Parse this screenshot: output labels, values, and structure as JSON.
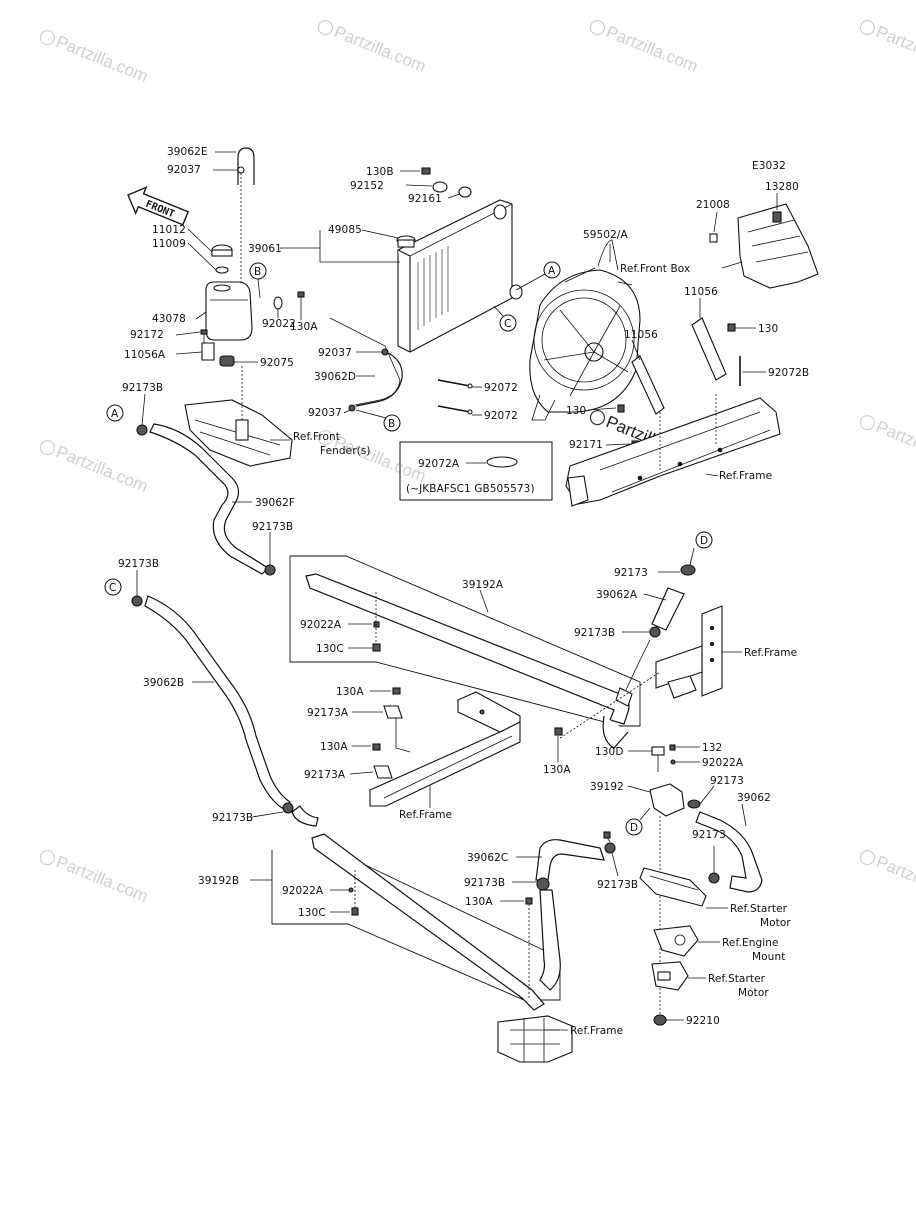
{
  "diagram_code": "E3032",
  "watermark": "Partzilla.com",
  "front_arrow": "FRONT",
  "callouts": [
    "A",
    "B",
    "C",
    "D"
  ],
  "labels": {
    "p39062E": "39062E",
    "p92037_top": "92037",
    "p11012": "11012",
    "p11009": "11009",
    "p43078": "43078",
    "p92172": "92172",
    "p11056A": "11056A",
    "p92022": "92022",
    "p130A_tank": "130A",
    "p92075": "92075",
    "p92173B_a": "92173B",
    "ref_front_fender_1": "Ref.Front",
    "ref_front_fender_2": "Fender(s)",
    "p39062F": "39062F",
    "p92173B_b": "92173B",
    "p39061": "39061",
    "p49085": "49085",
    "p130B": "130B",
    "p92152": "92152",
    "p92161": "92161",
    "p92037_mid": "92037",
    "p39062D": "39062D",
    "p92037_low": "92037",
    "p92072_a": "92072",
    "p92072_b": "92072",
    "p92072A": "92072A",
    "note_serial": "(~JKBAFSC1 GB505573)",
    "p59502A": "59502/A",
    "ref_front_box": "Ref.Front Box",
    "p21008": "21008",
    "p13280": "13280",
    "p11056_a": "11056",
    "p11056_b": "11056",
    "p130_right": "130",
    "p92072B": "92072B",
    "p130_fan": "130",
    "p92171": "92171",
    "ref_frame_top": "Ref.Frame",
    "p92173B_c": "92173B",
    "p39192A": "39192A",
    "p92022A_a": "92022A",
    "p130C_a": "130C",
    "p39062B": "39062B",
    "p130A_b": "130A",
    "p92173A_a": "92173A",
    "p130A_c": "130A",
    "p92173A_b": "92173A",
    "ref_frame_mid": "Ref.Frame",
    "p130A_d": "130A",
    "p92173_d": "92173",
    "p39062A": "39062A",
    "p92173B_d": "92173B",
    "ref_frame_right": "Ref.Frame",
    "p130D": "130D",
    "p132": "132",
    "p92022A_b": "92022A",
    "p39192": "39192",
    "p92173_e": "92173",
    "p39062": "39062",
    "p92173_f": "92173",
    "p92173B_e": "92173B",
    "p39192B": "39192B",
    "p92022A_c": "92022A",
    "p130C_b": "130C",
    "p39062C": "39062C",
    "p92173B_f": "92173B",
    "p92173B_g": "92173B",
    "p130A_e": "130A",
    "ref_starter_motor_1a": "Ref.Starter",
    "ref_starter_motor_1b": "Motor",
    "ref_engine_mount_a": "Ref.Engine",
    "ref_engine_mount_b": "Mount",
    "ref_starter_motor_2a": "Ref.Starter",
    "ref_starter_motor_2b": "Motor",
    "ref_frame_bottom": "Ref.Frame",
    "p92210": "92210"
  }
}
